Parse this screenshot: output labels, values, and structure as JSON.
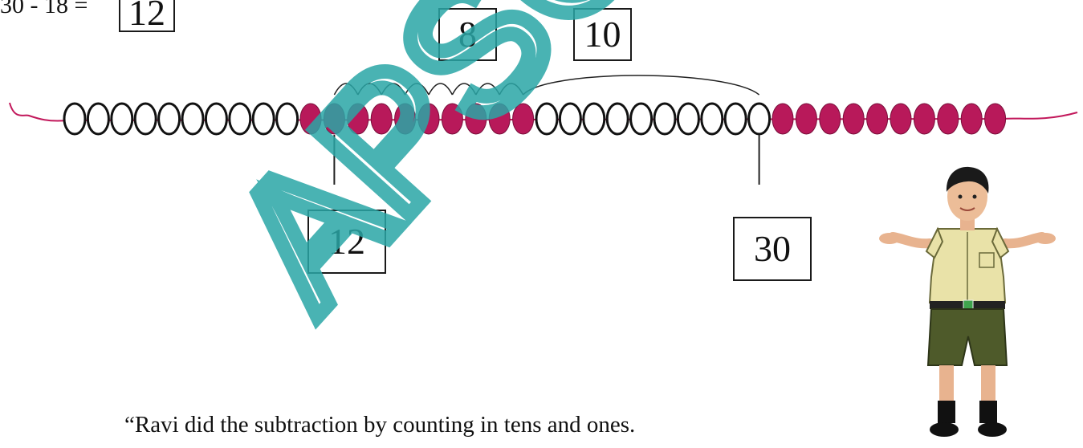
{
  "equation": {
    "text": "30 - 18 =",
    "answer": "12"
  },
  "jumps": {
    "ones_jump_label": "8",
    "tens_jump_label": "10"
  },
  "markers": {
    "start_label": "12",
    "end_label": "30"
  },
  "bead_string": {
    "sequence": [
      "white",
      "white",
      "white",
      "white",
      "white",
      "white",
      "white",
      "white",
      "white",
      "white",
      "pink",
      "pink",
      "pink",
      "pink",
      "pink",
      "pink",
      "pink",
      "pink",
      "pink",
      "pink",
      "white",
      "white",
      "white",
      "white",
      "white",
      "white",
      "white",
      "white",
      "white",
      "white",
      "pink",
      "pink",
      "pink",
      "pink",
      "pink",
      "pink",
      "pink",
      "pink",
      "pink",
      "pink"
    ],
    "colors": {
      "pink": "#b8195a",
      "white_outline": "#111111",
      "string": "#c2185b"
    }
  },
  "caption": {
    "text": "“Ravi did the subtraction by counting in tens and ones."
  },
  "watermark": {
    "text": "APSCERT",
    "color": "#2aa6a6"
  },
  "illustration": {
    "name": "boy-ravi"
  }
}
